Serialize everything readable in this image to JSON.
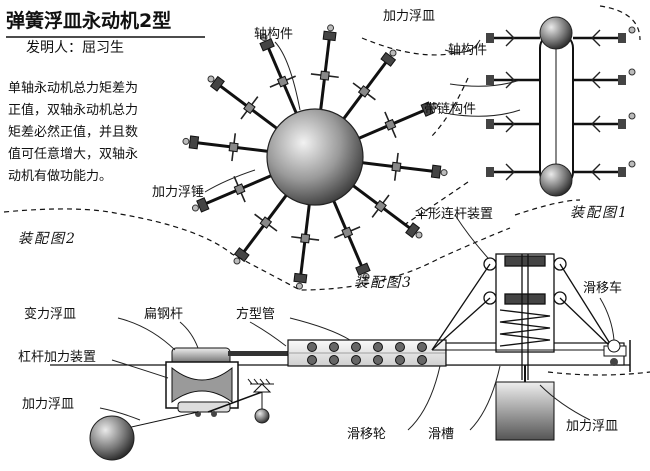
{
  "title": "弹簧浮皿永动机2型",
  "inventor": "发明人：屈习生",
  "description": [
    "单轴永动机总力矩差为",
    "正值，双轴永动机总力",
    "矩差必然正值，并且数",
    "值可任意增大，双轴永",
    "动机有做功能力。"
  ],
  "labels": {
    "shaft_left": "轴构件",
    "push_top": "加力浮皿",
    "shaft_right": "轴构件",
    "chain": "带链构件",
    "hammer": "加力浮锤",
    "umbrella": "伞形连杆装置",
    "assembly1": "装配图1",
    "assembly2": "装配图2",
    "assembly3": "装配图3",
    "variable": "变力浮皿",
    "flatbar": "扁钢杆",
    "tube": "方型管",
    "cart": "滑移车",
    "lever": "杠杆加力装置",
    "push_left": "加力浮皿",
    "wheel": "滑移轮",
    "groove": "滑槽",
    "push_bottom": "加力浮皿"
  }
}
